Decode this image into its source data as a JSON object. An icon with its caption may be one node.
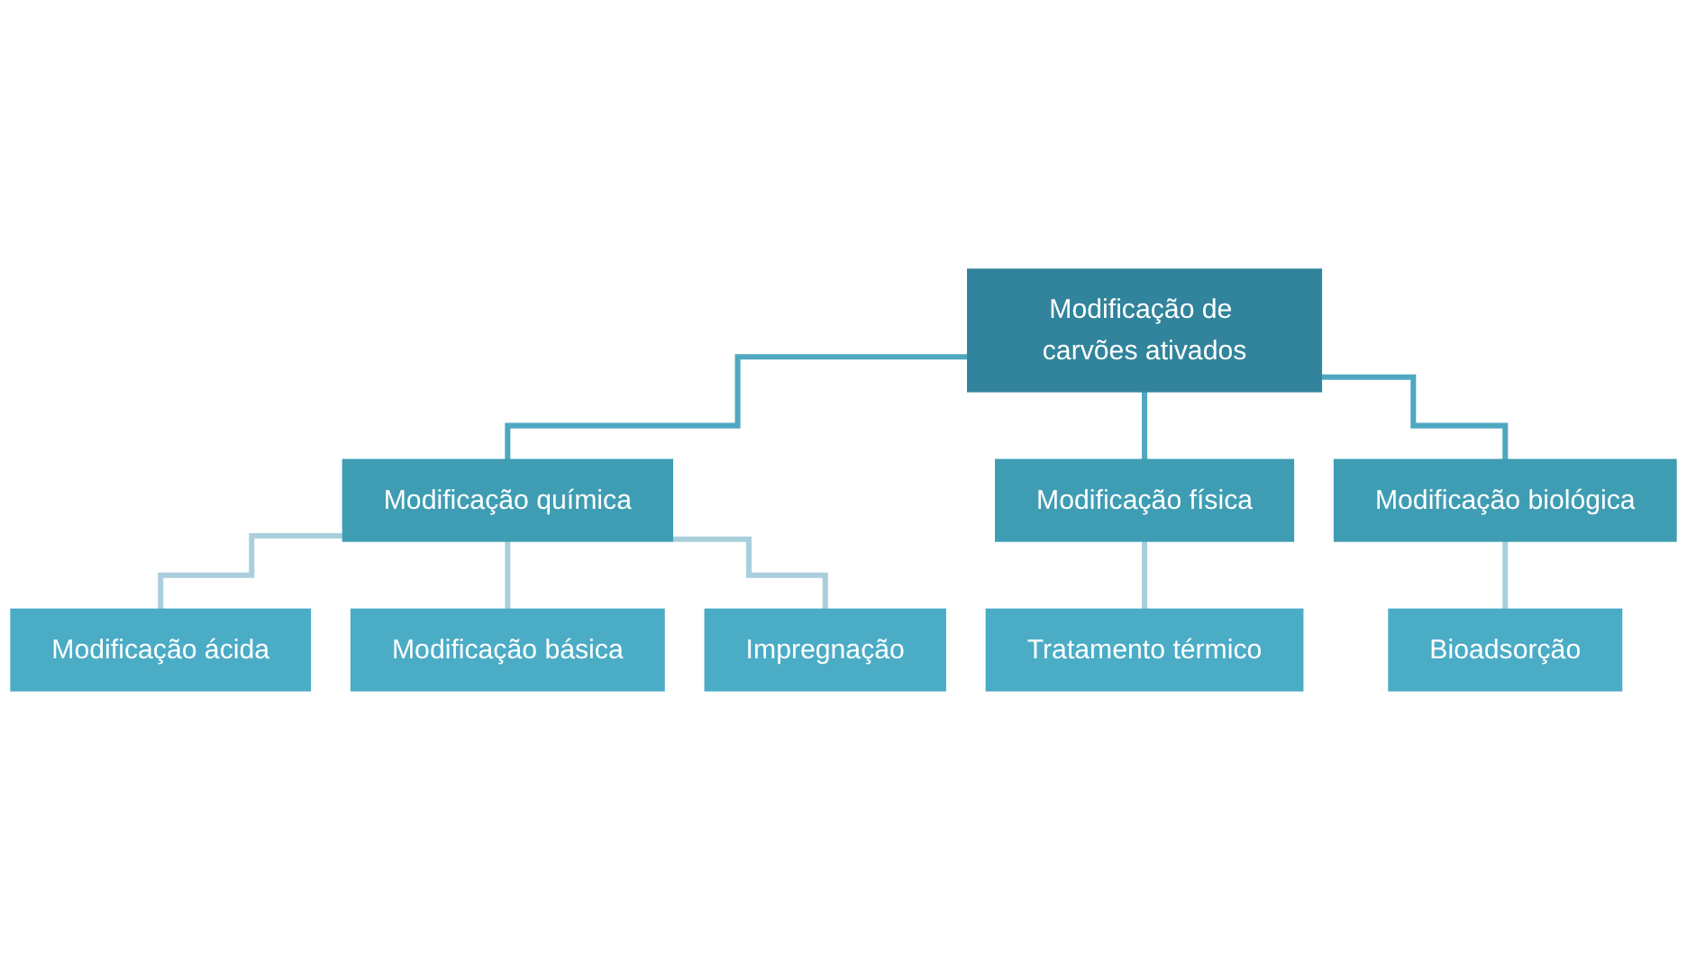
{
  "diagram": {
    "nodes": [
      {
        "text": [
          "Modificação de carvões ativados"
        ]
      },
      {
        "text": [
          "Modificação química"
        ]
      },
      {
        "text": [
          "Modificação física"
        ]
      },
      {
        "text": [
          "Modificação biológica"
        ]
      },
      {
        "text": [
          "Modificação ácida"
        ]
      },
      {
        "text": [
          "Modificação básica"
        ]
      },
      {
        "text": [
          "Impregnação"
        ]
      },
      {
        "text": [
          "Tratamento térmico"
        ]
      },
      {
        "text": [
          "Bioadsorção"
        ]
      }
    ],
    "edges": [
      {
        "from": 0,
        "to": 1,
        "arrow": "none",
        "color": "#4fa8c0"
      },
      {
        "from": 0,
        "to": 2,
        "arrow": "none",
        "color": "#4fa8c0"
      },
      {
        "from": 0,
        "to": 3,
        "arrow": "none",
        "color": "#4fa8c0"
      },
      {
        "from": 1,
        "to": 4,
        "arrow": "none"
      },
      {
        "from": 1,
        "to": 5,
        "arrow": "none"
      },
      {
        "from": 1,
        "to": 6,
        "arrow": "none"
      },
      {
        "from": 2,
        "to": 7,
        "arrow": "none"
      },
      {
        "from": 3,
        "to": 8,
        "arrow": "none"
      }
    ]
  }
}
